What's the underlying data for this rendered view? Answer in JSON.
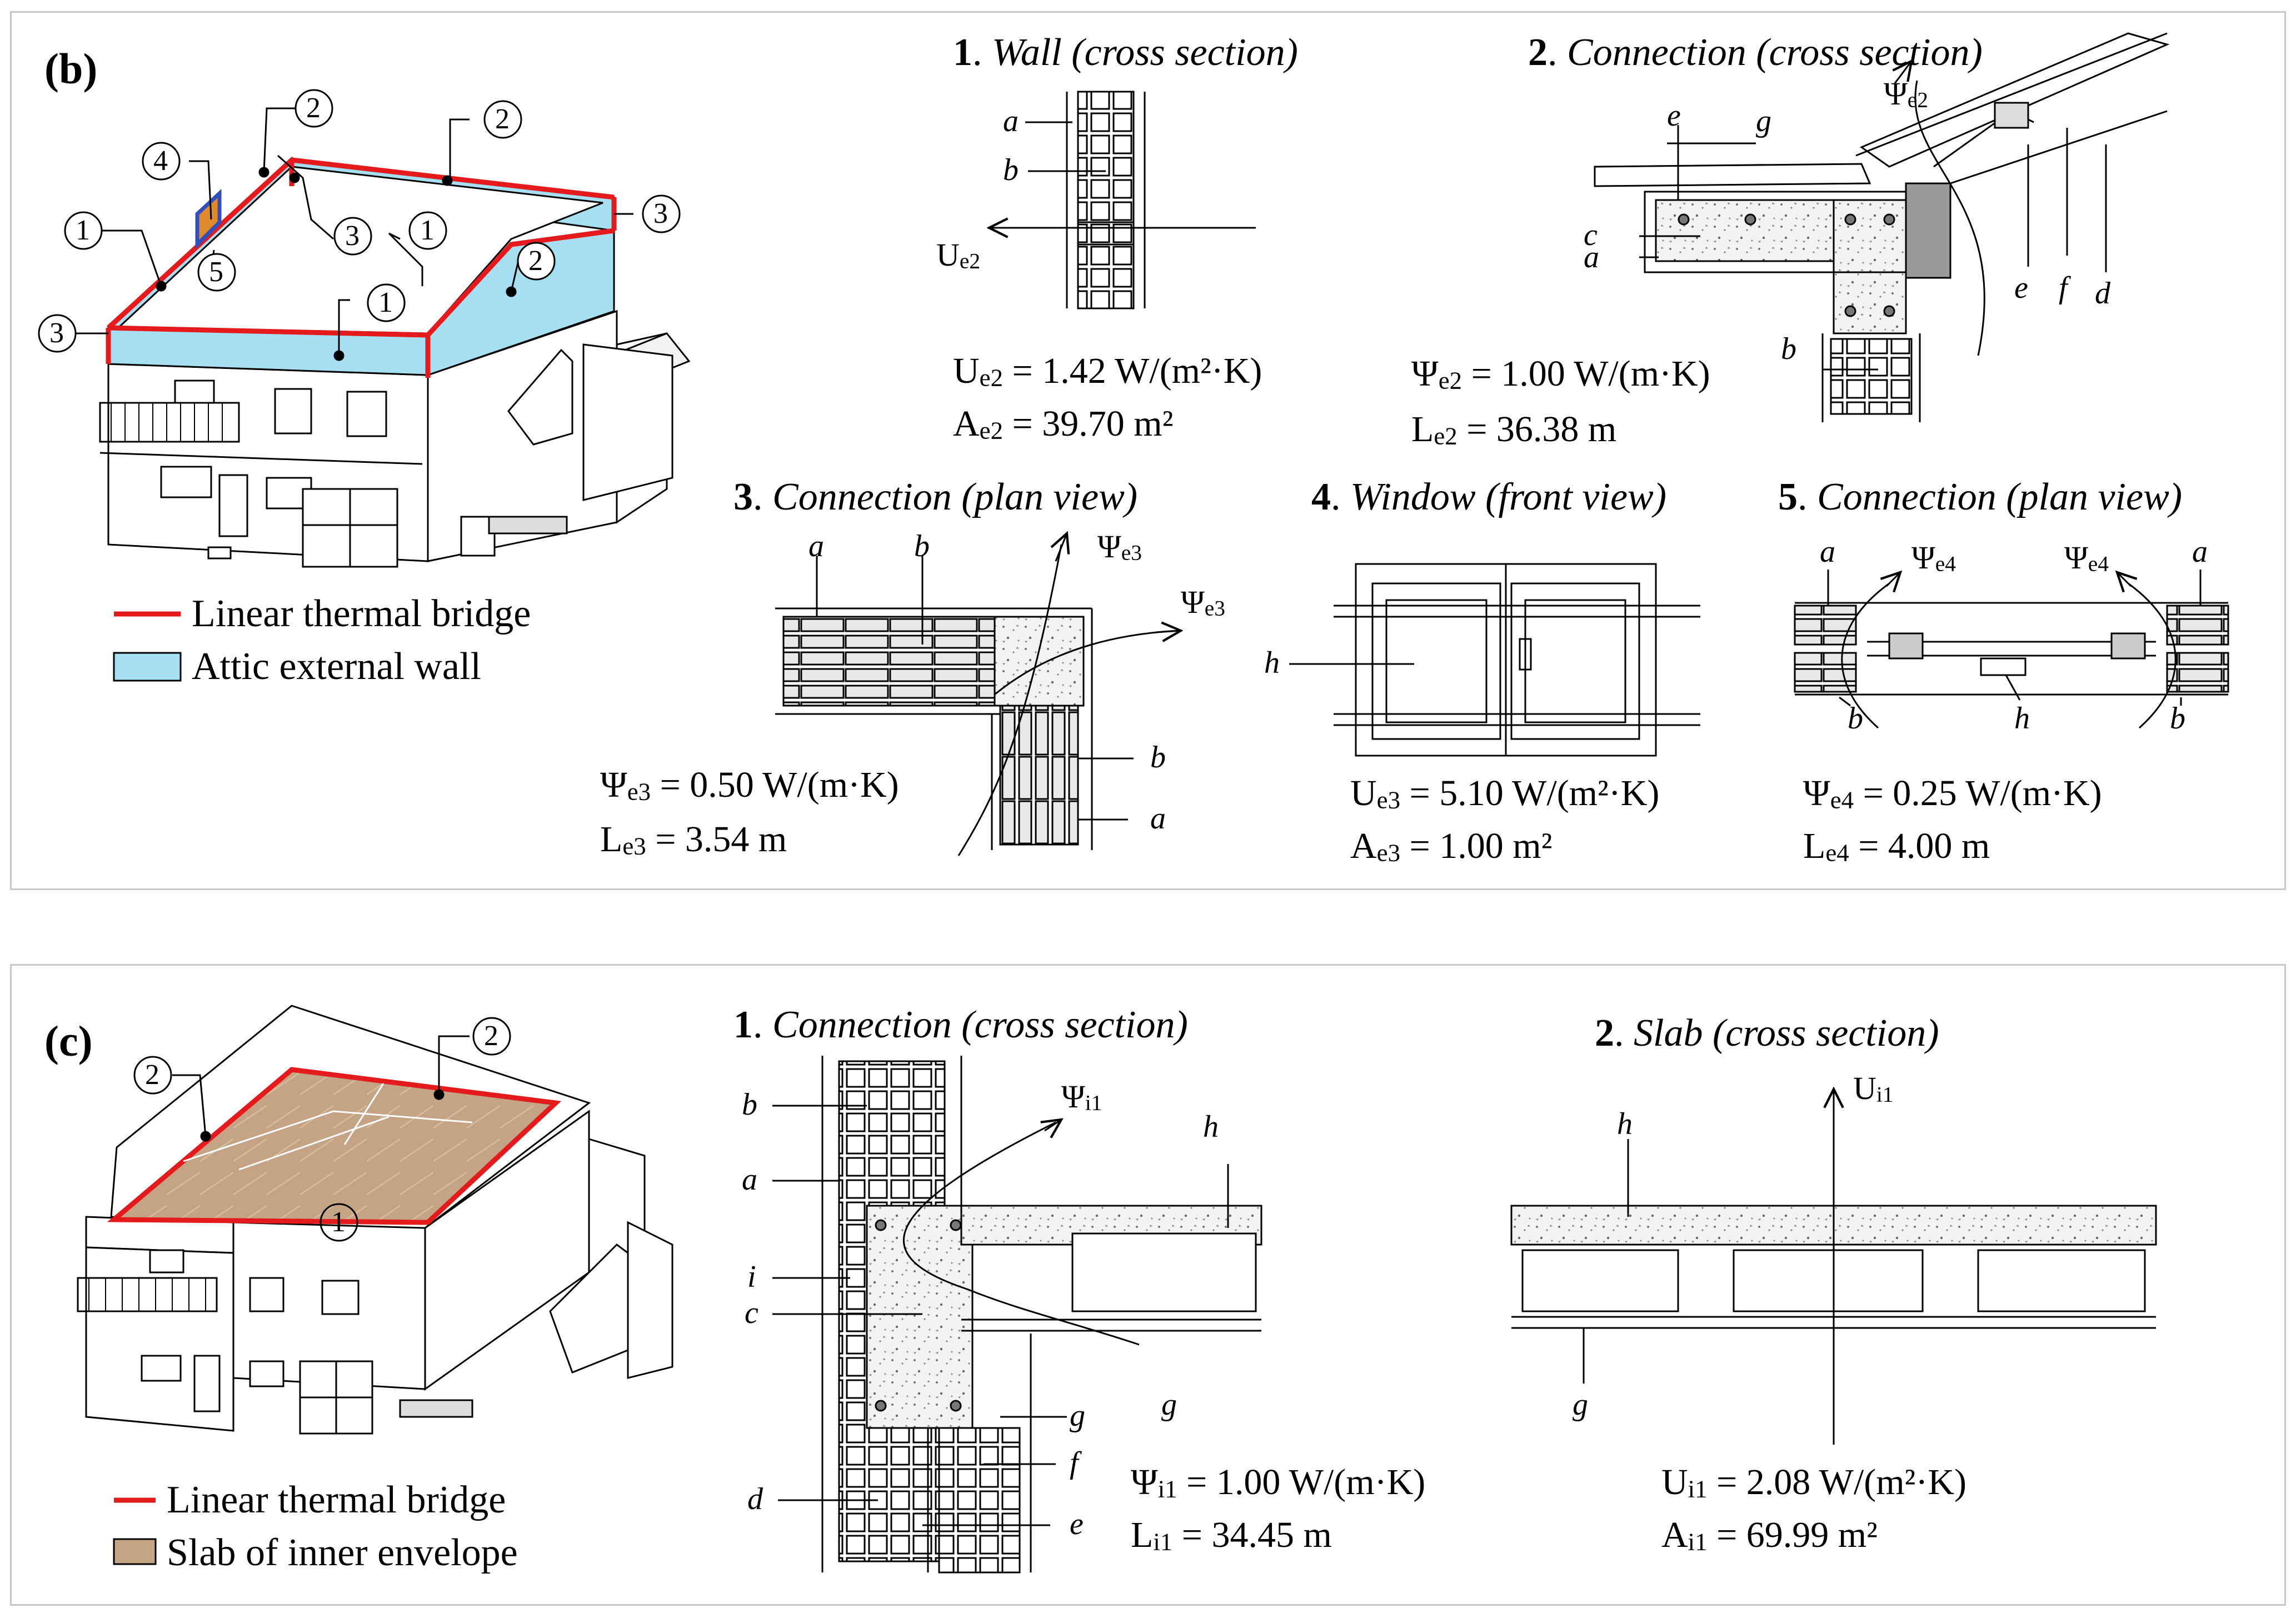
{
  "panel_b": {
    "label": "(b)",
    "callouts": [
      "1",
      "1",
      "1",
      "2",
      "2",
      "2",
      "3",
      "3",
      "3",
      "3",
      "4",
      "5"
    ],
    "legend": {
      "linear": "Linear thermal bridge",
      "area": "Attic external wall"
    },
    "colors": {
      "bridge": "#e41a1c",
      "area": "#a6dff2",
      "window": "#2f4fbf"
    },
    "d1": {
      "num": "1",
      "title": "Wall (cross section)",
      "letters": [
        "a",
        "b"
      ],
      "flux_sym": "U",
      "flux_sub": "e2",
      "eq1": {
        "sym": "U",
        "sub": "e2",
        "val": " = 1.42 W/(m²·K)"
      },
      "eq2": {
        "sym": "A",
        "sub": "e2",
        "val": " = 39.70 m²"
      }
    },
    "d2": {
      "num": "2",
      "title": "Connection (cross section)",
      "letters": [
        "e",
        "g",
        "c",
        "a",
        "b",
        "e",
        "f",
        "d"
      ],
      "flux_sym": "Ψ",
      "flux_sub": "e2",
      "eq1": {
        "sym": "Ψ",
        "sub": "e2",
        "val": " = 1.00 W/(m·K)"
      },
      "eq2": {
        "sym": "L",
        "sub": "e2",
        "val": " = 36.38 m"
      }
    },
    "d3": {
      "num": "3",
      "title": "Connection (plan view)",
      "letters": [
        "a",
        "b",
        "b",
        "a"
      ],
      "flux_sym": "Ψ",
      "flux_sub": "e3",
      "eq1": {
        "sym": "Ψ",
        "sub": "e3",
        "val": " = 0.50 W/(m·K)"
      },
      "eq2": {
        "sym": "L",
        "sub": "e3",
        "val": " = 3.54 m"
      }
    },
    "d4": {
      "num": "4",
      "title": "Window (front view)",
      "letters": [
        "h"
      ],
      "eq1": {
        "sym": "U",
        "sub": "e3",
        "val": " = 5.10 W/(m²·K)"
      },
      "eq2": {
        "sym": "A",
        "sub": "e3",
        "val": " = 1.00 m²"
      }
    },
    "d5": {
      "num": "5",
      "title": "Connection (plan view)",
      "letters": [
        "a",
        "a",
        "b",
        "h",
        "b"
      ],
      "flux_sym": "Ψ",
      "flux_sub": "e4",
      "eq1": {
        "sym": "Ψ",
        "sub": "e4",
        "val": " = 0.25 W/(m·K)"
      },
      "eq2": {
        "sym": "L",
        "sub": "e4",
        "val": " = 4.00 m"
      }
    }
  },
  "panel_c": {
    "label": "(c)",
    "callouts": [
      "2",
      "2",
      "1"
    ],
    "legend": {
      "linear": "Linear thermal bridge",
      "area": "Slab of inner envelope"
    },
    "colors": {
      "bridge": "#e41a1c",
      "area": "#c4a484"
    },
    "d1": {
      "num": "1",
      "title": "Connection (cross section)",
      "letters": [
        "b",
        "a",
        "i",
        "c",
        "d",
        "h",
        "g",
        "g",
        "f",
        "e"
      ],
      "flux_sym": "Ψ",
      "flux_sub": "i1",
      "eq1": {
        "sym": "Ψ",
        "sub": "i1",
        "val": " = 1.00 W/(m·K)"
      },
      "eq2": {
        "sym": "L",
        "sub": "i1",
        "val": " = 34.45 m"
      }
    },
    "d2": {
      "num": "2",
      "title": "Slab (cross section)",
      "letters": [
        "h",
        "g"
      ],
      "flux_sym": "U",
      "flux_sub": "i1",
      "eq1": {
        "sym": "U",
        "sub": "i1",
        "val": " = 2.08 W/(m²·K)"
      },
      "eq2": {
        "sym": "A",
        "sub": "i1",
        "val": " = 69.99 m²"
      }
    }
  }
}
